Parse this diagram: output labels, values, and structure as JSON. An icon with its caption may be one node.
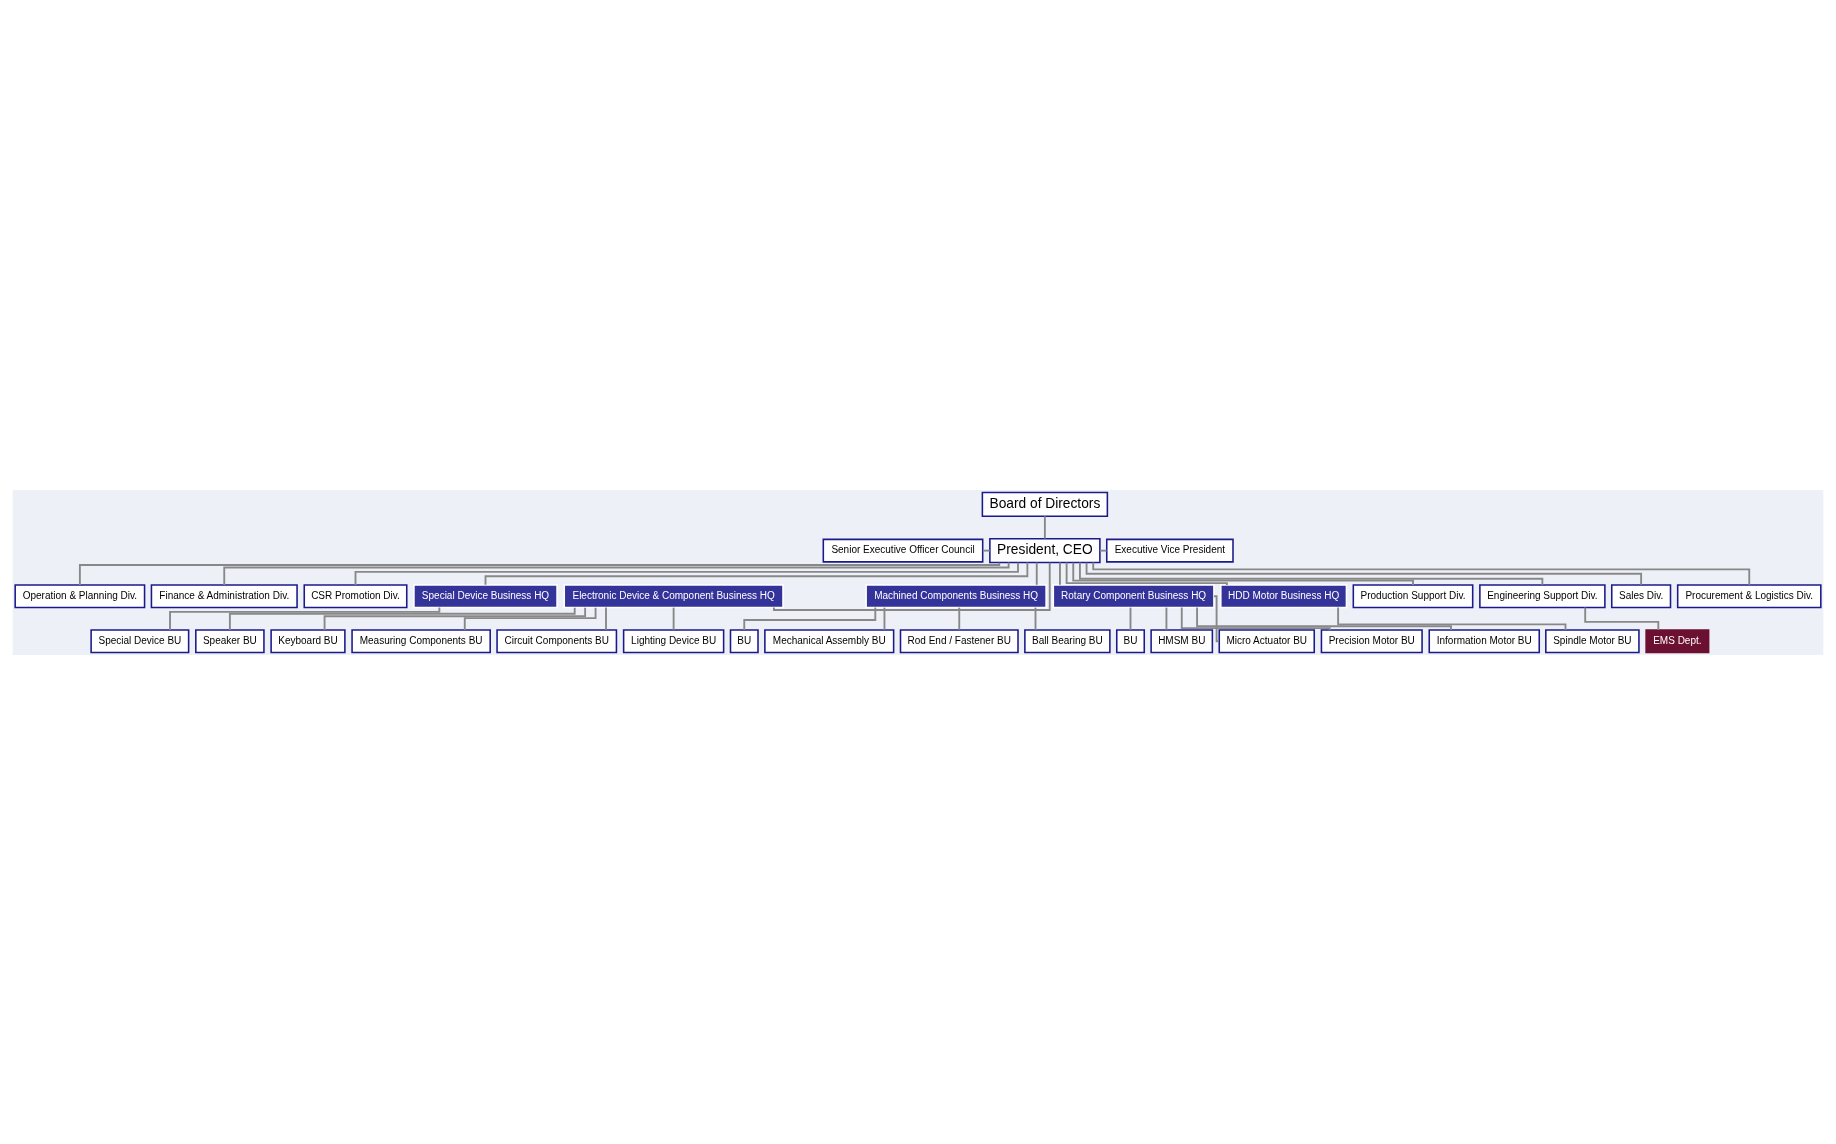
{
  "diagram": {
    "nodes": [
      {
        "text": [
          "Board of Directors"
        ]
      },
      {
        "text": [
          "Senior Executive Officer Council"
        ]
      },
      {
        "text": [
          "President, CEO"
        ]
      },
      {
        "text": [
          "Operation & Planning Div."
        ]
      },
      {
        "text": [
          "Executive Vice President"
        ]
      },
      {
        "text": [
          "Finance & Administration Div."
        ]
      },
      {
        "text": [
          "CSR Promotion Div."
        ]
      },
      {
        "text": [
          "Special Device Business HQ"
        ]
      },
      {
        "text": [
          "Electronic Device & Component Business HQ"
        ]
      },
      {
        "text": [
          "Machined Components Business HQ"
        ]
      },
      {
        "text": [
          "Rotary Component Business HQ"
        ]
      },
      {
        "text": [
          "HDD Motor Business HQ"
        ]
      },
      {
        "text": [
          "Production Support Div."
        ]
      },
      {
        "text": [
          "Engineering Support Div."
        ]
      },
      {
        "text": [
          "Sales Div."
        ]
      },
      {
        "text": [
          "Procurement & Logistics Div."
        ]
      },
      {
        "text": [
          "Special Device BU"
        ]
      },
      {
        "text": [
          "Speaker BU"
        ]
      },
      {
        "text": [
          "Keyboard BU"
        ]
      },
      {
        "text": [
          "Measuring Components BU"
        ]
      },
      {
        "text": [
          "Circuit Components BU"
        ]
      },
      {
        "text": [
          "Lighting Device BU"
        ]
      },
      {
        "text": [
          "BU"
        ]
      },
      {
        "text": [
          "Mechanical Assembly BU"
        ]
      },
      {
        "text": [
          "Rod End / Fastener BU"
        ]
      },
      {
        "text": [
          "Ball Bearing BU"
        ]
      },
      {
        "text": [
          "BU"
        ]
      },
      {
        "text": [
          "HMSM BU"
        ]
      },
      {
        "text": [
          "Micro Actuator BU"
        ]
      },
      {
        "text": [
          "Precision Motor BU"
        ]
      },
      {
        "text": [
          "Information Motor BU"
        ]
      },
      {
        "text": [
          "Spindle Motor BU"
        ]
      },
      {
        "text": [
          "EMS Dept."
        ]
      }
    ],
    "edges": [
      {
        "from": 0,
        "to": 2,
        "arrow": "none"
      },
      {
        "from": 1,
        "to": 2,
        "arrow": "none"
      },
      {
        "from": 2,
        "to": 4,
        "arrow": "none"
      },
      {
        "from": 2,
        "to": 3,
        "arrow": "none"
      },
      {
        "from": 2,
        "to": 5,
        "arrow": "none"
      },
      {
        "from": 2,
        "to": 6,
        "arrow": "none"
      },
      {
        "from": 2,
        "to": 7,
        "arrow": "none"
      },
      {
        "from": 2,
        "to": 8,
        "arrow": "none"
      },
      {
        "from": 2,
        "to": 9,
        "arrow": "none"
      },
      {
        "from": 2,
        "to": 10,
        "arrow": "none"
      },
      {
        "from": 2,
        "to": 11,
        "arrow": "none"
      },
      {
        "from": 2,
        "to": 12,
        "arrow": "none"
      },
      {
        "from": 2,
        "to": 13,
        "arrow": "none"
      },
      {
        "from": 2,
        "to": 14,
        "arrow": "none"
      },
      {
        "from": 2,
        "to": 15,
        "arrow": "none"
      },
      {
        "from": 7,
        "to": 16,
        "arrow": "none"
      },
      {
        "from": 8,
        "to": 17,
        "arrow": "none"
      },
      {
        "from": 8,
        "to": 18,
        "arrow": "none"
      },
      {
        "from": 8,
        "to": 19,
        "arrow": "none"
      },
      {
        "from": 8,
        "to": 20,
        "arrow": "none"
      },
      {
        "from": 8,
        "to": 21,
        "arrow": "none"
      },
      {
        "from": 9,
        "to": 22,
        "arrow": "none"
      },
      {
        "from": 9,
        "to": 23,
        "arrow": "none"
      },
      {
        "from": 9,
        "to": 24,
        "arrow": "none"
      },
      {
        "from": 9,
        "to": 25,
        "arrow": "none"
      },
      {
        "from": 10,
        "to": 26,
        "arrow": "none"
      },
      {
        "from": 10,
        "to": 27,
        "arrow": "none"
      },
      {
        "from": 10,
        "to": 28,
        "arrow": "none"
      },
      {
        "from": 10,
        "to": 29,
        "arrow": "none"
      },
      {
        "from": 10,
        "to": 30,
        "arrow": "none"
      },
      {
        "from": 11,
        "to": 31,
        "arrow": "none"
      },
      {
        "from": 13,
        "to": 32,
        "arrow": "none"
      }
    ]
  }
}
